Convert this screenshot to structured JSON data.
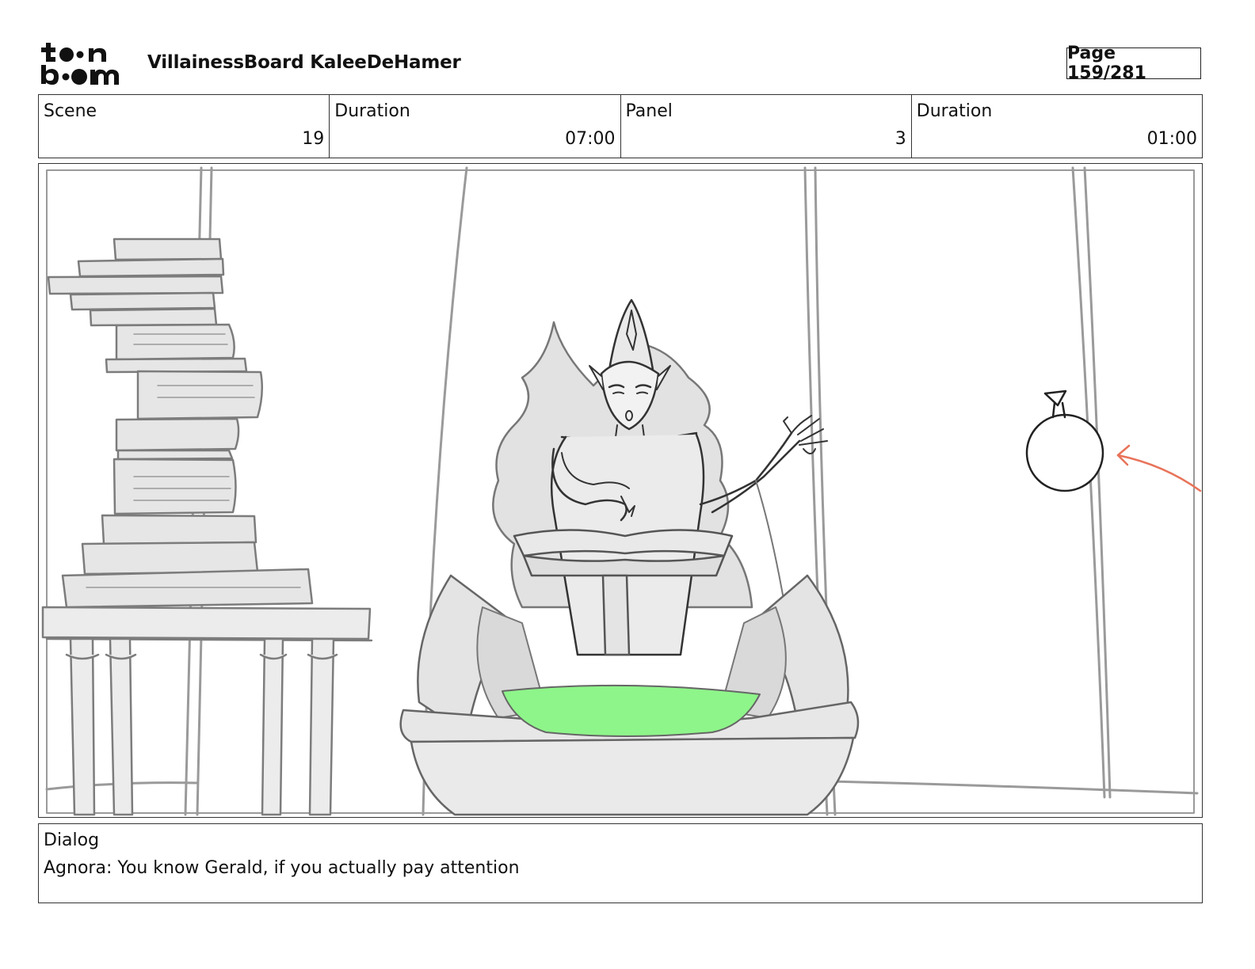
{
  "header": {
    "logo_text": "toon boom",
    "board_title": "VillainessBoard KaleeDeHamer",
    "page_indicator": "Page 159/281"
  },
  "meta": {
    "scene_label": "Scene",
    "scene_value": "19",
    "scene_duration_label": "Duration",
    "scene_duration_value": "07:00",
    "panel_label": "Panel",
    "panel_value": "3",
    "panel_duration_label": "Duration",
    "panel_duration_value": "01:00"
  },
  "dialog": {
    "label": "Dialog",
    "text": "Agnora: You know Gerald, if you actually pay attention"
  },
  "colors": {
    "potion": "#8ef58a",
    "arrow": "#e8735a",
    "sketch_line": "#8a8a8a",
    "sketch_fill": "#e6e6e6"
  }
}
